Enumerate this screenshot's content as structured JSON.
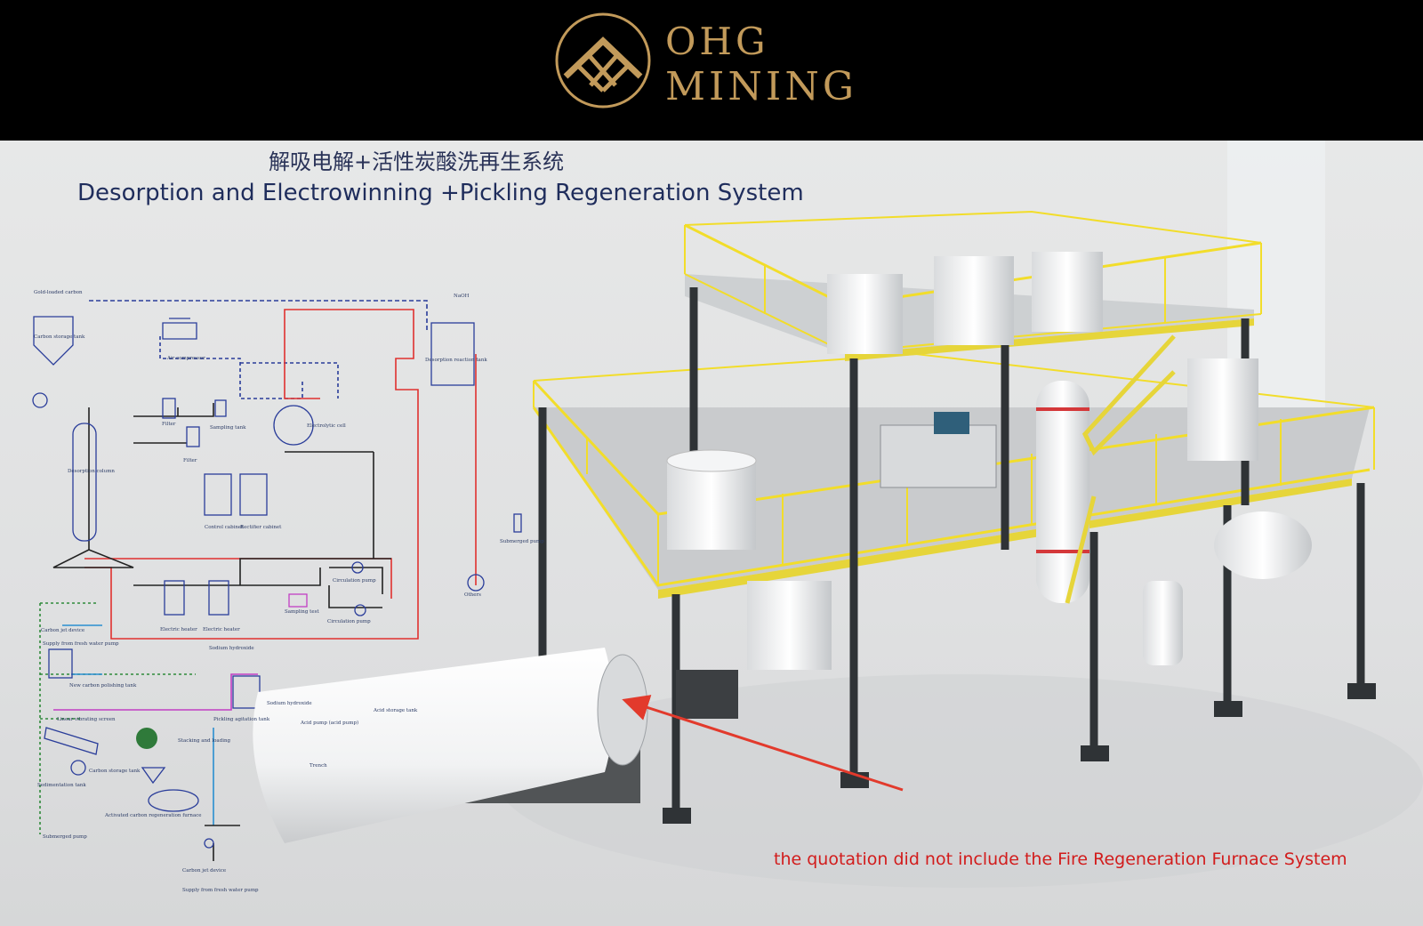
{
  "brand": {
    "line1": "OHG",
    "line2": "MINING",
    "color": "#c29a5a"
  },
  "title": {
    "cn": "解吸电解+活性炭酸洗再生系统",
    "en": "Desorption and Electrowinning +Pickling Regeneration System"
  },
  "note": {
    "text": "the quotation did not include the Fire Regeneration Furnace System",
    "color": "#d21c1c"
  },
  "flow_labels": [
    {
      "id": "lbl-gold-carbon",
      "text": "Gold-loaded carbon"
    },
    {
      "id": "lbl-carbon-storage",
      "text": "Carbon storage tank"
    },
    {
      "id": "lbl-air-compressor",
      "text": "Air compressor"
    },
    {
      "id": "lbl-naoh",
      "text": "NaOH"
    },
    {
      "id": "lbl-desorption-reaction",
      "text": "Desorption reaction tank"
    },
    {
      "id": "lbl-filter-1",
      "text": "Filter"
    },
    {
      "id": "lbl-filter-2",
      "text": "Filter"
    },
    {
      "id": "lbl-sampling-tank",
      "text": "Sampling tank"
    },
    {
      "id": "lbl-electrolytic-cell",
      "text": "Electrolytic cell"
    },
    {
      "id": "lbl-desorption-column",
      "text": "Desorption column"
    },
    {
      "id": "lbl-control-cabinet",
      "text": "Control cabinet"
    },
    {
      "id": "lbl-rectifier-cabinet",
      "text": "Rectifier cabinet"
    },
    {
      "id": "lbl-electric-heater-1",
      "text": "Electric heater"
    },
    {
      "id": "lbl-electric-heater-2",
      "text": "Electric heater"
    },
    {
      "id": "lbl-circulation-pump-1",
      "text": "Circulation pump"
    },
    {
      "id": "lbl-circulation-pump-2",
      "text": "Circulation pump"
    },
    {
      "id": "lbl-sampling-test",
      "text": "Sampling test"
    },
    {
      "id": "lbl-submerged-pump-1",
      "text": "Submerged pump"
    },
    {
      "id": "lbl-others",
      "text": "Others"
    },
    {
      "id": "lbl-carbon-jet",
      "text": "Carbon jet device"
    },
    {
      "id": "lbl-fresh-water-1",
      "text": "Supply from fresh water pump"
    },
    {
      "id": "lbl-polishing-tank",
      "text": "New carbon polishing tank"
    },
    {
      "id": "lbl-sodium-hydroxide-1",
      "text": "Sodium hydroxide"
    },
    {
      "id": "lbl-pickling-tank",
      "text": "Pickling agitation tank"
    },
    {
      "id": "lbl-sodium-hydroxide-2",
      "text": "Sodium hydroxide"
    },
    {
      "id": "lbl-acid-pump",
      "text": "Acid pump (acid pump)"
    },
    {
      "id": "lbl-acid-storage",
      "text": "Acid storage tank"
    },
    {
      "id": "lbl-linear-screen",
      "text": "Linear vibrating screen"
    },
    {
      "id": "lbl-stacking",
      "text": "Stacking and loading"
    },
    {
      "id": "lbl-carbon-storage-tank",
      "text": "Carbon storage tank"
    },
    {
      "id": "lbl-sedimentation",
      "text": "Sedimentation tank"
    },
    {
      "id": "lbl-regeneration-furnace",
      "text": "Activated carbon regeneration furnace"
    },
    {
      "id": "lbl-submerged-pump-2",
      "text": "Submerged pump"
    },
    {
      "id": "lbl-carbon-jet-2",
      "text": "Carbon jet device"
    },
    {
      "id": "lbl-fresh-water-2",
      "text": "Supply from fresh water pump"
    },
    {
      "id": "lbl-trench",
      "text": "Trench"
    }
  ],
  "colors": {
    "rail": "#f2dd2a",
    "steel": "#2f3336",
    "deck": "#c8cacc",
    "flow_red": "#e0312f",
    "flow_blue": "#2a3d9a",
    "flow_cyan": "#2a8fd0",
    "flow_green": "#2f8a3a",
    "flow_magenta": "#c23fc4"
  }
}
